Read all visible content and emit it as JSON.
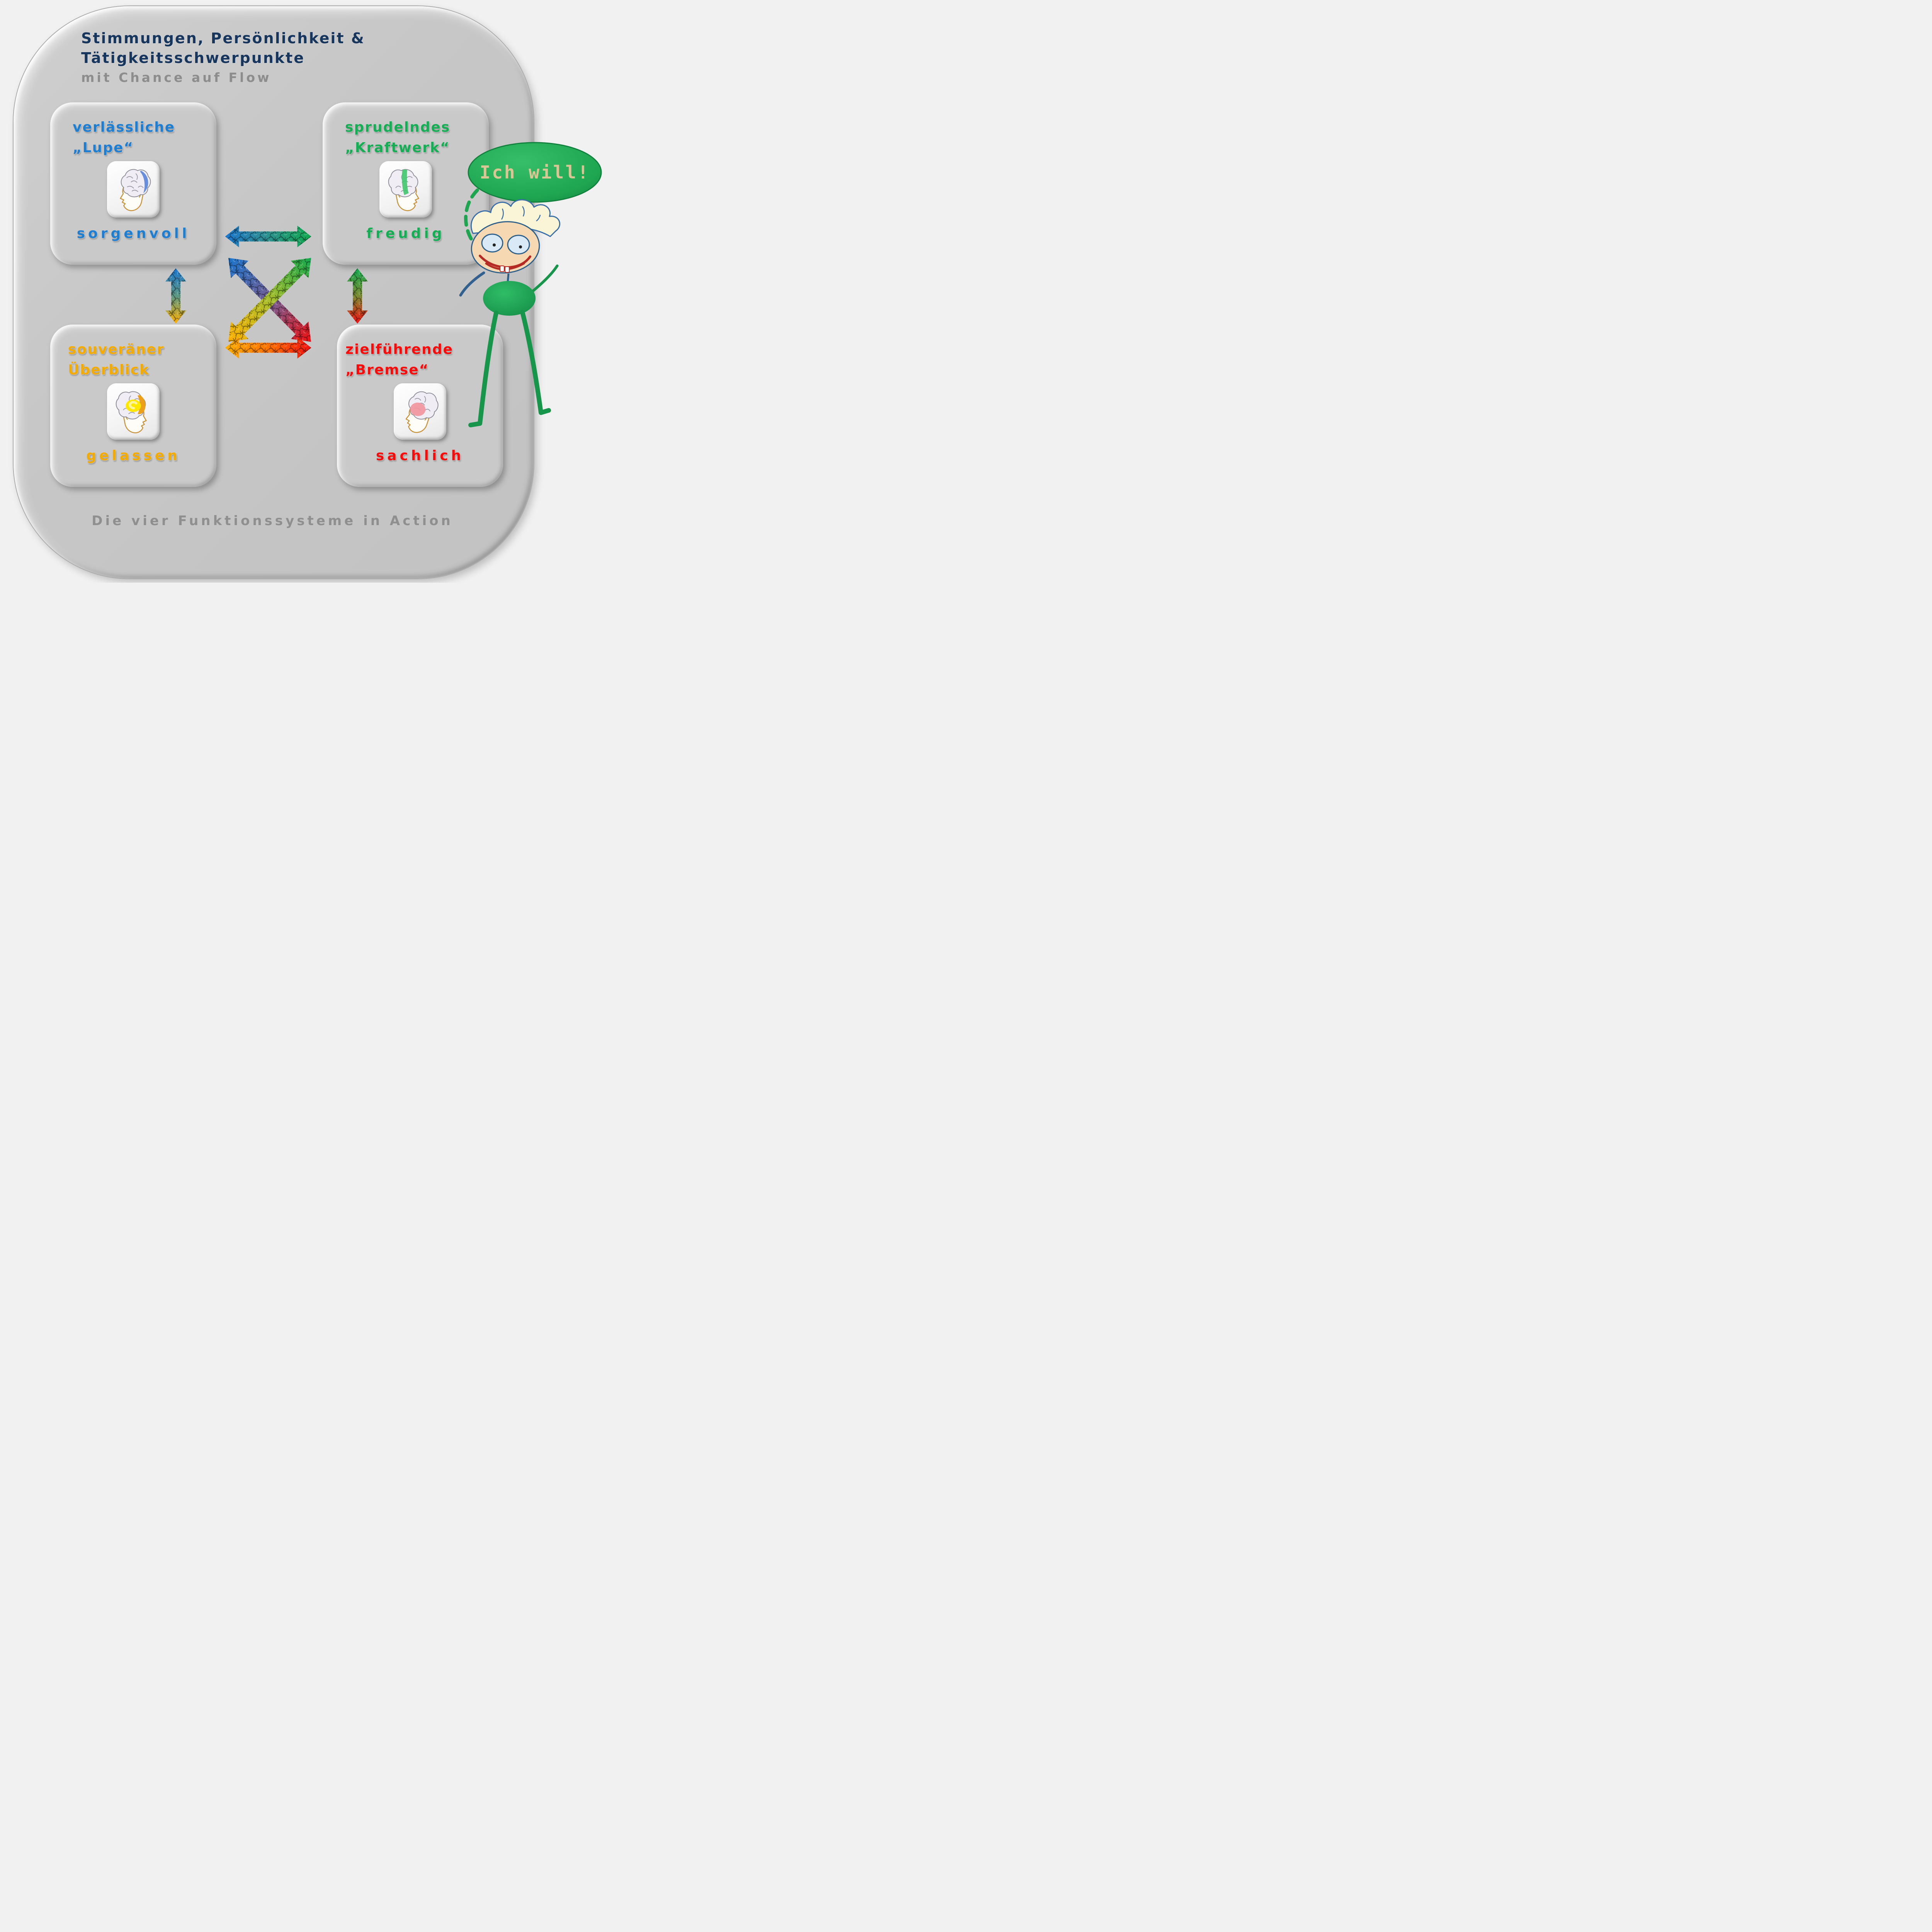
{
  "header": {
    "title_line1": "Stimmungen, Persönlichkeit &",
    "title_line2": "Tätigkeitsschwerpunkte",
    "subtitle": "mit Chance auf Flow",
    "title_color": "#17365d",
    "subtitle_color": "#8d8d8d"
  },
  "footer": {
    "caption": "Die vier Funktionssysteme in Action",
    "color": "#8f8f8f"
  },
  "quadrants": [
    {
      "name": "lupe",
      "line1": "verlässliche",
      "line2": "„Lupe“",
      "mood": "sorgenvoll",
      "color": "#1d7ed2",
      "brain_icon": "head-with-blue-parietal-region",
      "highlight": "#5b84da"
    },
    {
      "name": "kraftwerk",
      "line1": "sprudelndes",
      "line2": "„Kraftwerk“",
      "mood": "freudig",
      "color": "#16ae54",
      "brain_icon": "head-with-green-motor-stripe",
      "highlight": "#3fc76c"
    },
    {
      "name": "ueberblick",
      "line1": "souveräner",
      "line2": "Überblick",
      "mood": "gelassen",
      "color": "#f4ab00",
      "brain_icon": "head-with-yellow-and-orange-frontal-region",
      "highlight": "#ffe800",
      "highlight2": "#eca019"
    },
    {
      "name": "bremse",
      "line1": "zielführende",
      "line2": "„Bremse“",
      "mood": "sachlich",
      "color": "#fb0a0a",
      "brain_icon": "head-with-red-frontal-region",
      "highlight": "#f2939d"
    }
  ],
  "speech_bubble": {
    "text": "Ich will!",
    "fill": "#1ea550",
    "text_color": "#d9c694"
  },
  "figure": {
    "icon": "happy-flow-figure",
    "body_color": "#17954b"
  },
  "arrows": {
    "top_horizontal": {
      "from": "#1b76cd",
      "mid": "#2e8f96",
      "to": "#12a94e"
    },
    "bottom_horizontal": {
      "from": "#ffb000",
      "mid": "#ff7300",
      "to": "#f01010"
    },
    "left_vertical": {
      "from": "#1b76cd",
      "mid": "#5d9884",
      "to": "#ffb000"
    },
    "right_vertical": {
      "from": "#12a94e",
      "mid": "#7c8c34",
      "to": "#f01010"
    },
    "diagonal_blue_red": {
      "from": "#1b76cd",
      "mid": "#7d5a8e",
      "to": "#f01010"
    },
    "diagonal_yellow_green": {
      "from": "#ffb000",
      "mid": "#aabf2c",
      "to": "#12a94e"
    }
  },
  "colors": {
    "background": "#f1f1f1",
    "panel": "#c6c6c6",
    "box": "#c9c9c9"
  }
}
